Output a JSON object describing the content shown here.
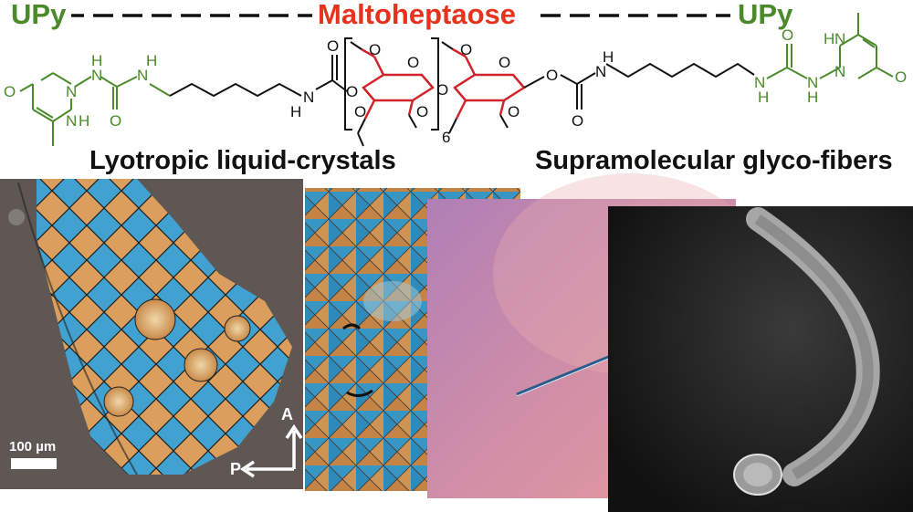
{
  "header": {
    "left_end": "UPy",
    "center": "Maltoheptaose",
    "right_end": "UPy"
  },
  "colors": {
    "upy_green": "#4a8a2a",
    "maltose_red": "#e8321e",
    "bond_black": "#111111",
    "sugar_red": "#d0242a"
  },
  "molecule": {
    "atoms_left": [
      "O",
      "N",
      "N",
      "H",
      "H",
      "N",
      "H",
      "O",
      "N",
      "H"
    ],
    "repeat_subscript": "6",
    "atoms_center": [
      "O",
      "O",
      "O",
      "O",
      "O",
      "O",
      "O",
      "O",
      "O",
      "O"
    ],
    "atoms_right": [
      "O",
      "N",
      "H",
      "H",
      "N",
      "O",
      "N",
      "H",
      "N",
      "H",
      "O"
    ]
  },
  "captions": {
    "left": "Lyotropic liquid-crystals",
    "right": "Supramolecular glyco-fibers"
  },
  "panels": {
    "scale_bar": "100 µm",
    "analyzer": "A",
    "polarizer": "P"
  }
}
